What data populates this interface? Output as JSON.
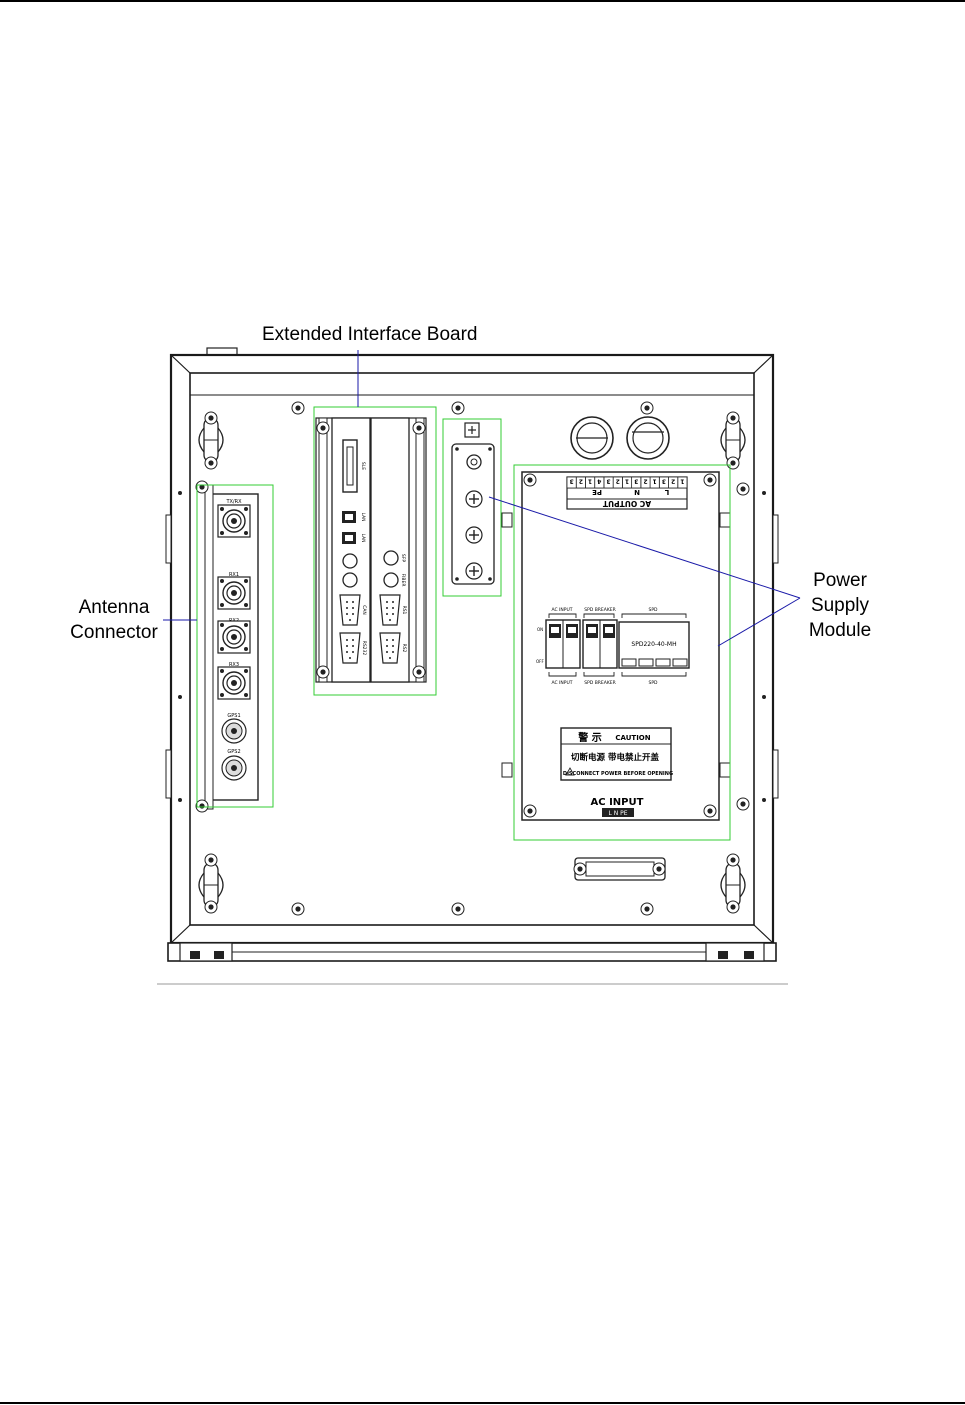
{
  "callouts": {
    "extended_interface_board": "Extended Interface Board",
    "antenna_connector": [
      "Antenna",
      "Connector"
    ],
    "power_supply_module": [
      "Power",
      "Supply",
      "Module"
    ]
  },
  "interface_board": {
    "left_card_labels": [
      "SLE",
      "LAN",
      "LAN",
      "CAN",
      "RS232"
    ],
    "right_card_labels": [
      "SFP",
      "FIBER",
      "RS1",
      "RS2"
    ]
  },
  "antenna_panel": {
    "port_labels": [
      "TX/RX",
      "RX1",
      "RX2",
      "RX3",
      "GPS1",
      "GPS2"
    ]
  },
  "power_module": {
    "ac_output_table": {
      "title": "AC OUTPUT",
      "headers": [
        "L",
        "N",
        "PE"
      ],
      "pins": [
        "1",
        "2",
        "3",
        "1",
        "2",
        "3",
        "1",
        "2",
        "3",
        "4",
        "1",
        "2",
        "3"
      ]
    },
    "breaker_labels_top": [
      "AC INPUT",
      "SPD BREAKER",
      "SPD"
    ],
    "breaker_labels_bottom": [
      "AC INPUT",
      "SPD BREAKER",
      "SPD"
    ],
    "switch_on": "ON",
    "switch_off": "OFF",
    "spd_model": "SPD220-40-MH",
    "caution": {
      "title_cn": "警 示",
      "title_en": "CAUTION",
      "line1": "切断电源  带电禁止开盖",
      "line2": "DISCONNECT POWER BEFORE OPENING"
    },
    "ac_input_label": "AC INPUT",
    "ac_input_tag": "L N PE"
  },
  "colors": {
    "highlight_box": "#33cc33",
    "leader_line": "#1a1aa8",
    "drawing_line": "#1a1a1a"
  }
}
